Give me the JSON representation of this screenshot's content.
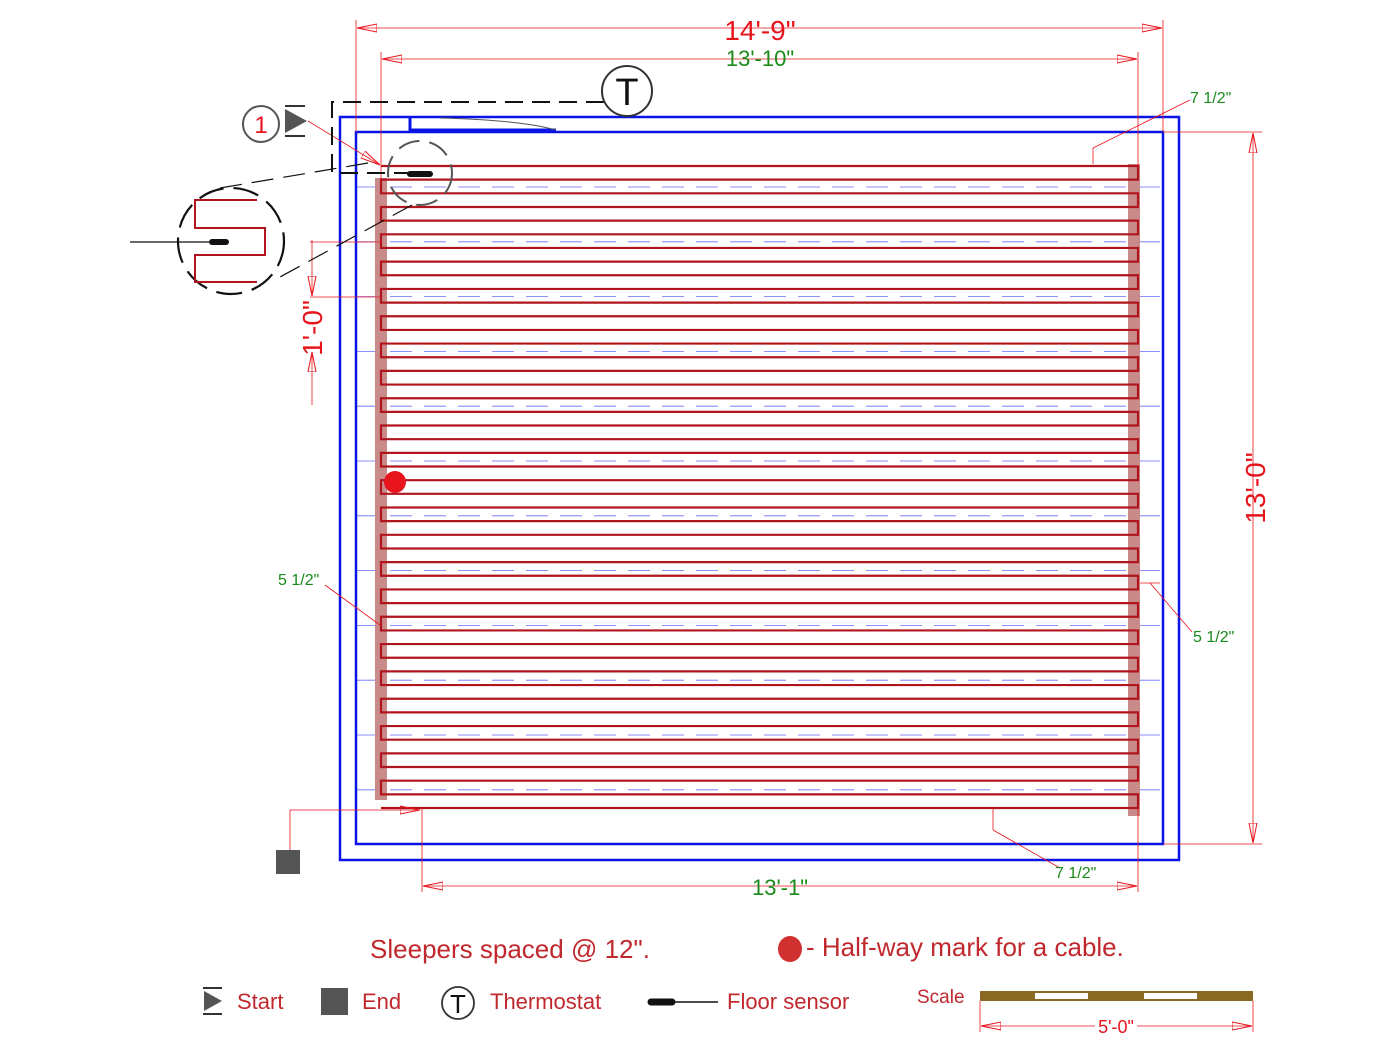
{
  "dimensions": {
    "overall_width": "14'-9\"",
    "inner_width": "13'-10\"",
    "bottom_width": "13'-1\"",
    "overall_height": "13'-0\"",
    "sleeper_spacing": "1'-0\"",
    "offset_top_right": "7 1/2\"",
    "offset_bottom_right": "7 1/2\"",
    "offset_left": "5 1/2\"",
    "offset_right": "5 1/2\""
  },
  "markers": {
    "start_number": "1",
    "thermostat_symbol": "T"
  },
  "notes": {
    "sleepers": "Sleepers spaced @ 12\".",
    "halfway": "- Half-way mark for a cable."
  },
  "legend": {
    "start": "Start",
    "end": "End",
    "thermostat": "Thermostat",
    "thermostat_symbol": "T",
    "floor_sensor": "Floor sensor",
    "scale": "Scale",
    "scale_length": "5'-0\""
  },
  "colors": {
    "wall": "#0a14e6",
    "cable": "#b0141c",
    "dimension_red": "#e8141c",
    "dimension_green": "#1a8a1a",
    "sleeper": "#c98a8a",
    "scale_bar": "#8a6a22"
  }
}
